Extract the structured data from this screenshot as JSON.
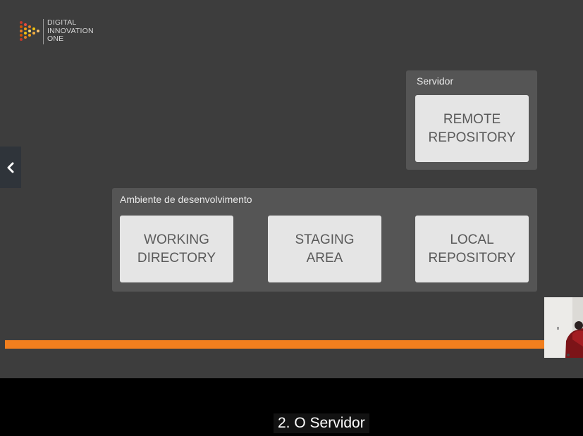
{
  "logo": {
    "text": "DIGITAL\nINNOVATION\nONE"
  },
  "server_box": {
    "label": "Servidor",
    "cards": [
      {
        "text": "REMOTE\nREPOSITORY"
      }
    ]
  },
  "dev_box": {
    "label": "Ambiente de desenvolvimento",
    "cards": [
      {
        "text": "WORKING\nDIRECTORY"
      },
      {
        "text": "STAGING\nAREA"
      },
      {
        "text": "LOCAL\nREPOSITORY"
      }
    ]
  },
  "player": {
    "progress_fraction": 0.99,
    "subtitle": "2. O Servidor"
  },
  "colors": {
    "slide_bg": "#3d3d3d",
    "box_bg": "#555555",
    "card_bg": "#e5e5e5",
    "card_text": "#5a5a5a",
    "progress": "#f27f1e"
  },
  "icons": {
    "logo": "play-triangle-logo-icon",
    "nav_prev": "chevron-left-icon"
  }
}
